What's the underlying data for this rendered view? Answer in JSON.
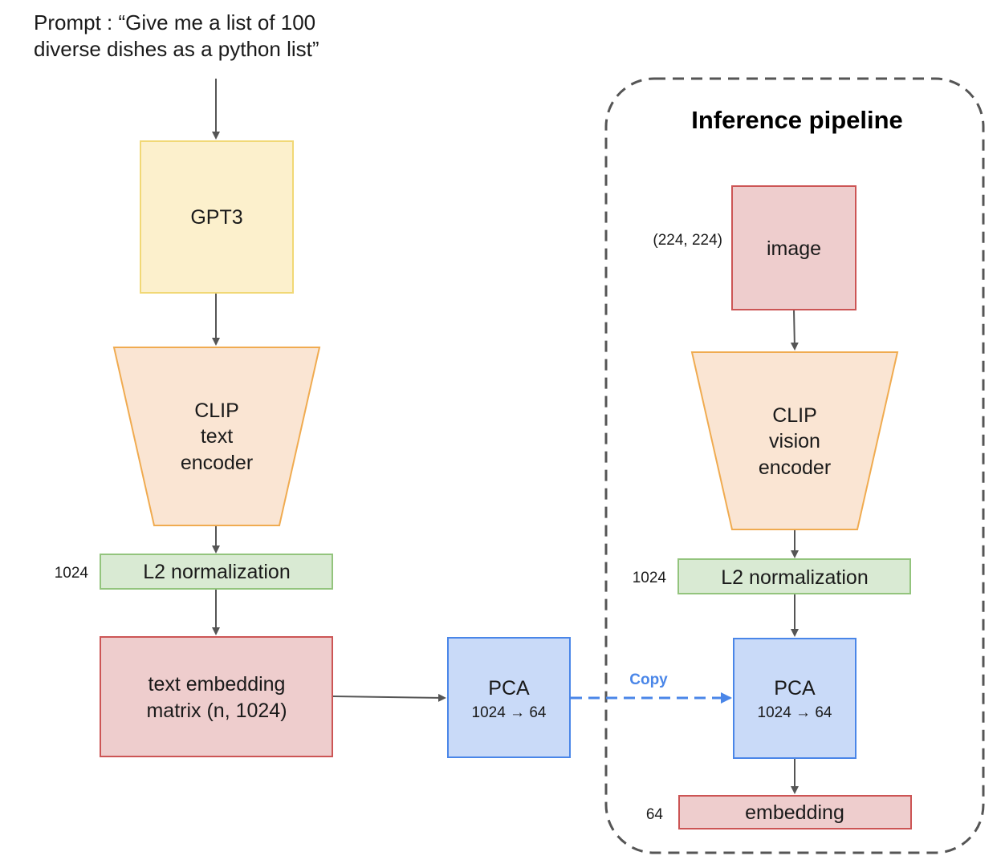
{
  "prompt": {
    "line1": "Prompt : “Give me a list of 100",
    "line2": "diverse dishes as a python list”"
  },
  "pipeline_title": "Inference pipeline",
  "gpt3": {
    "label": "GPT3"
  },
  "clip_text_encoder": {
    "line1": "CLIP",
    "line2": "text",
    "line3": "encoder"
  },
  "l2_left": {
    "label": "L2 normalization",
    "dim": "1024"
  },
  "text_embedding": {
    "line1": "text embedding",
    "line2": "matrix (n, 1024)"
  },
  "pca_left": {
    "title": "PCA",
    "subtitle": "1024 → 64"
  },
  "copy_label": "Copy",
  "image_node": {
    "label": "image",
    "dim": "(224, 224)"
  },
  "clip_vision_encoder": {
    "line1": "CLIP",
    "line2": "vision",
    "line3": "encoder"
  },
  "l2_right": {
    "label": "L2 normalization",
    "dim": "1024"
  },
  "pca_right": {
    "title": "PCA",
    "subtitle": "1024 → 64"
  },
  "embedding": {
    "label": "embedding",
    "dim": "64"
  },
  "colors": {
    "yellow_fill": "#fcf0cc",
    "yellow_stroke": "#f1d876",
    "orange_fill": "#fae5d3",
    "orange_stroke": "#f0ab50",
    "green_fill": "#d9ead3",
    "green_stroke": "#93c47d",
    "red_fill": "#eecdcd",
    "red_stroke": "#cc5555",
    "blue_fill": "#c9daf8",
    "blue_stroke": "#4a86e8",
    "arrow": "#555555",
    "copy_arrow": "#4a86e8",
    "dashed_border": "#555555"
  }
}
